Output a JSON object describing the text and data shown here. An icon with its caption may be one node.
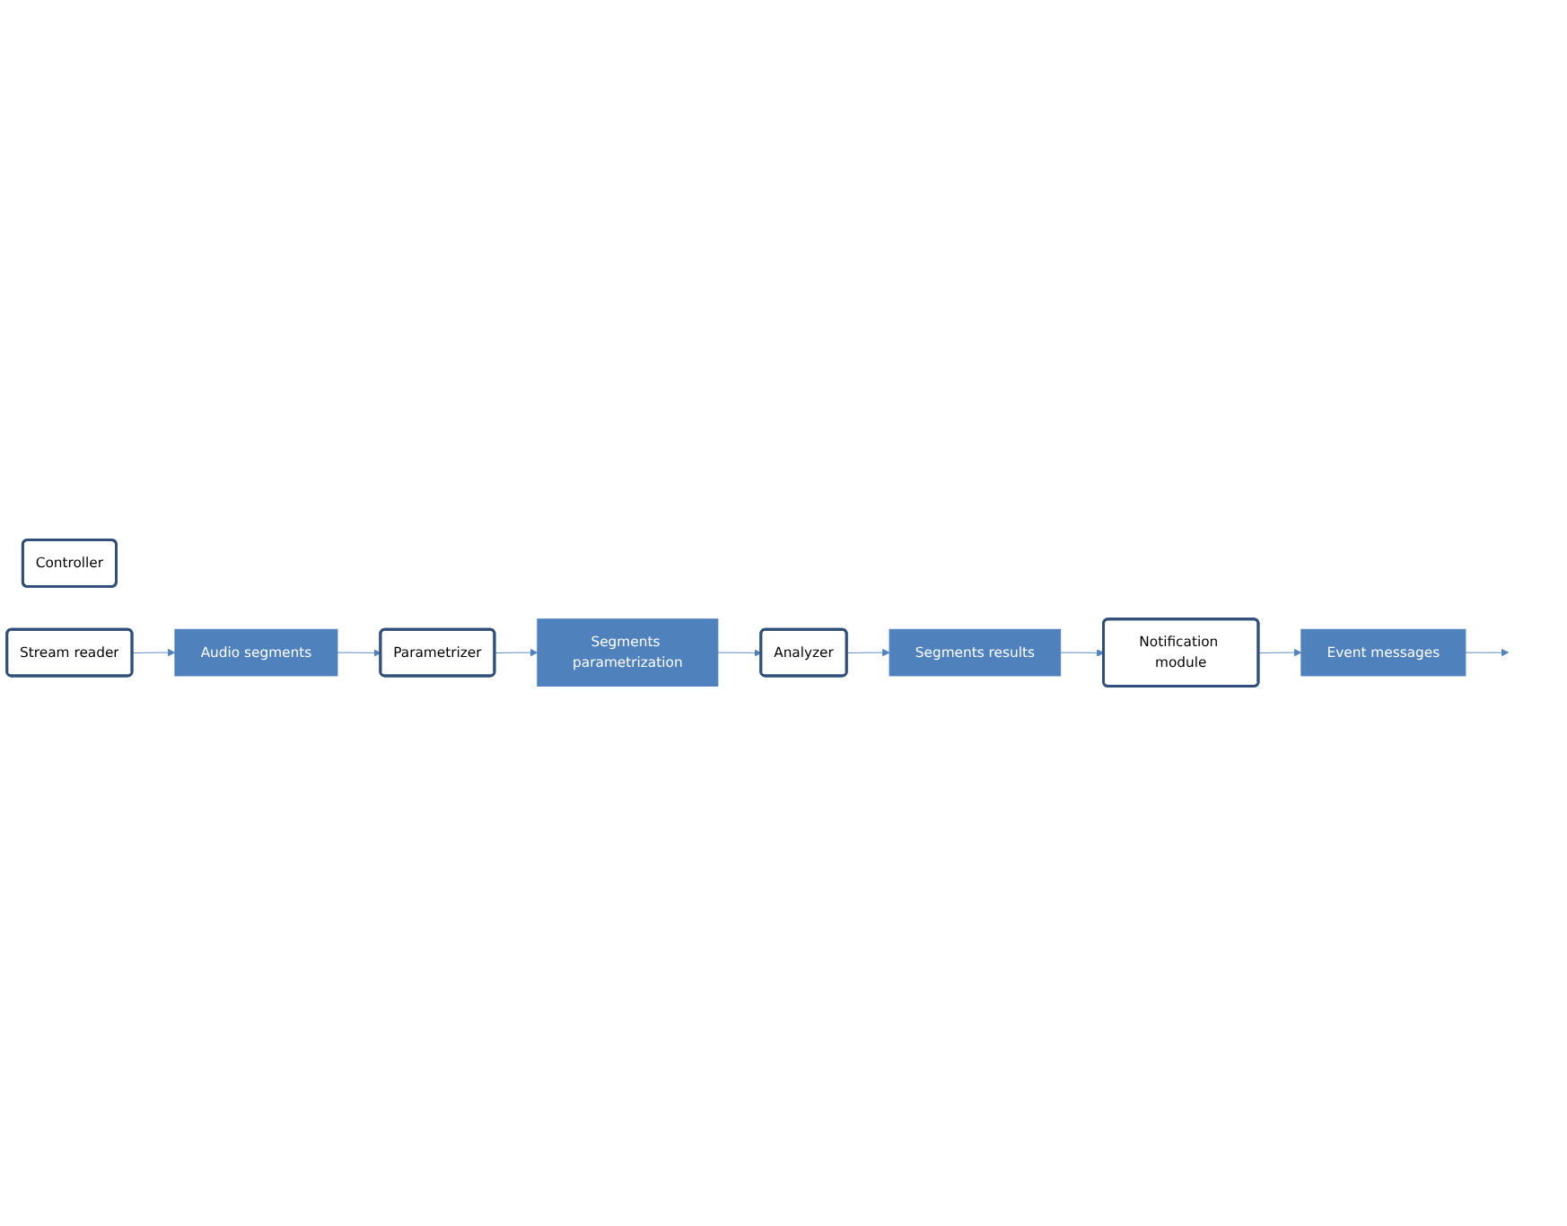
{
  "diagram": {
    "nodes": [
      {
        "text": [
          "Controller"
        ]
      },
      {
        "text": [
          "Stream reader"
        ]
      },
      {
        "text": [
          "Audio segments"
        ]
      },
      {
        "text": [
          "Parametrizer"
        ]
      },
      {
        "text": [
          "Segments parametrization"
        ]
      },
      {
        "text": [
          "Analyzer"
        ]
      },
      {
        "text": [
          "Segments results"
        ]
      },
      {
        "text": [
          "Notification module"
        ]
      },
      {
        "text": [
          "Event messages"
        ]
      }
    ],
    "edges": [
      {
        "from": 1,
        "to": 2,
        "arrow": "to"
      },
      {
        "from": 2,
        "to": 3,
        "arrow": "to"
      },
      {
        "from": 3,
        "to": 4,
        "arrow": "to"
      },
      {
        "from": 4,
        "to": 5,
        "arrow": "to"
      },
      {
        "from": 5,
        "to": 6,
        "arrow": "to"
      },
      {
        "from": 6,
        "to": 7,
        "arrow": "to"
      },
      {
        "from": 7,
        "to": 8,
        "arrow": "to"
      },
      {
        "from": 8,
        "to": null,
        "arrow": "to"
      }
    ]
  }
}
